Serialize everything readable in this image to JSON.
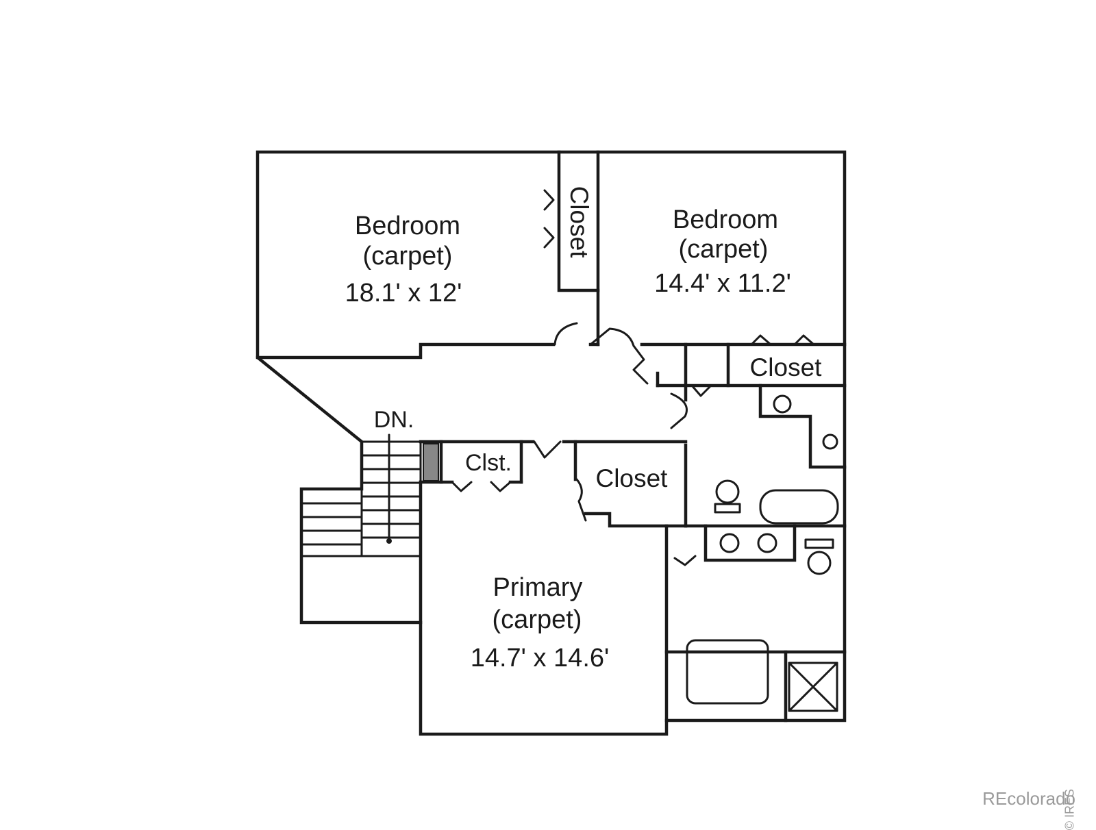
{
  "rooms": {
    "bedroom_left": {
      "name": "Bedroom",
      "floor": "(carpet)",
      "size": "18.1' x 12'"
    },
    "bedroom_right": {
      "name": "Bedroom",
      "floor": "(carpet)",
      "size": "14.4' x 11.2'"
    },
    "primary": {
      "name": "Primary",
      "floor": "(carpet)",
      "size": "14.7' x 14.6'"
    }
  },
  "closets": {
    "vertical": "Closet",
    "right_upper": "Closet",
    "center": "Closet",
    "small": "Clst."
  },
  "stairs_label": "DN.",
  "watermark": {
    "brand": "REcolorado",
    "vertical": "© IRES"
  }
}
